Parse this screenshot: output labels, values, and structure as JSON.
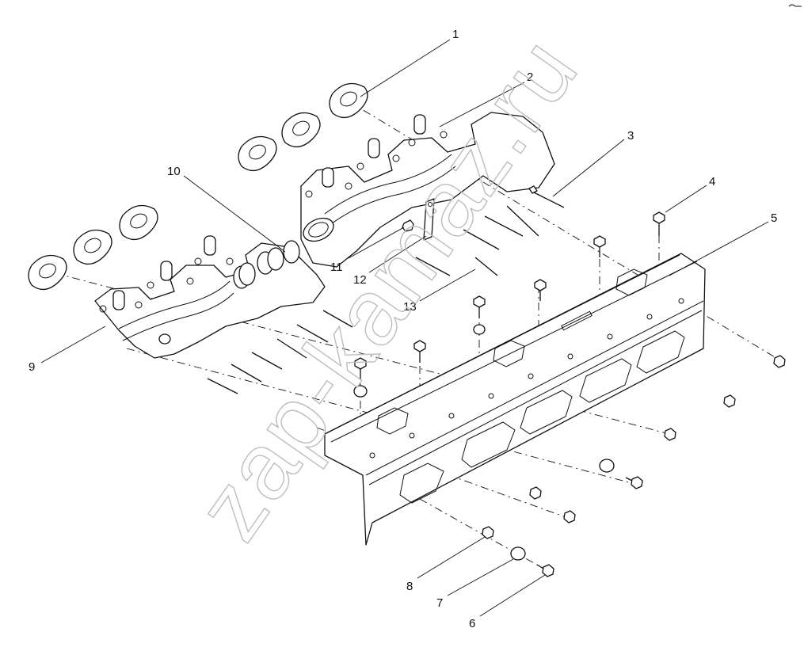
{
  "watermark": "zap-kamaz.ru",
  "callouts": {
    "c1": "1",
    "c2": "2",
    "c3": "3",
    "c4": "4",
    "c5": "5",
    "c6": "6",
    "c7": "7",
    "c8": "8",
    "c9": "9",
    "c10": "10",
    "c11": "11",
    "c12": "12",
    "c13": "13"
  },
  "icons": {
    "corner": "scroll-icon"
  },
  "colors": {
    "line": "#111111",
    "watermark": "#bdbdbd",
    "background": "#ffffff"
  }
}
